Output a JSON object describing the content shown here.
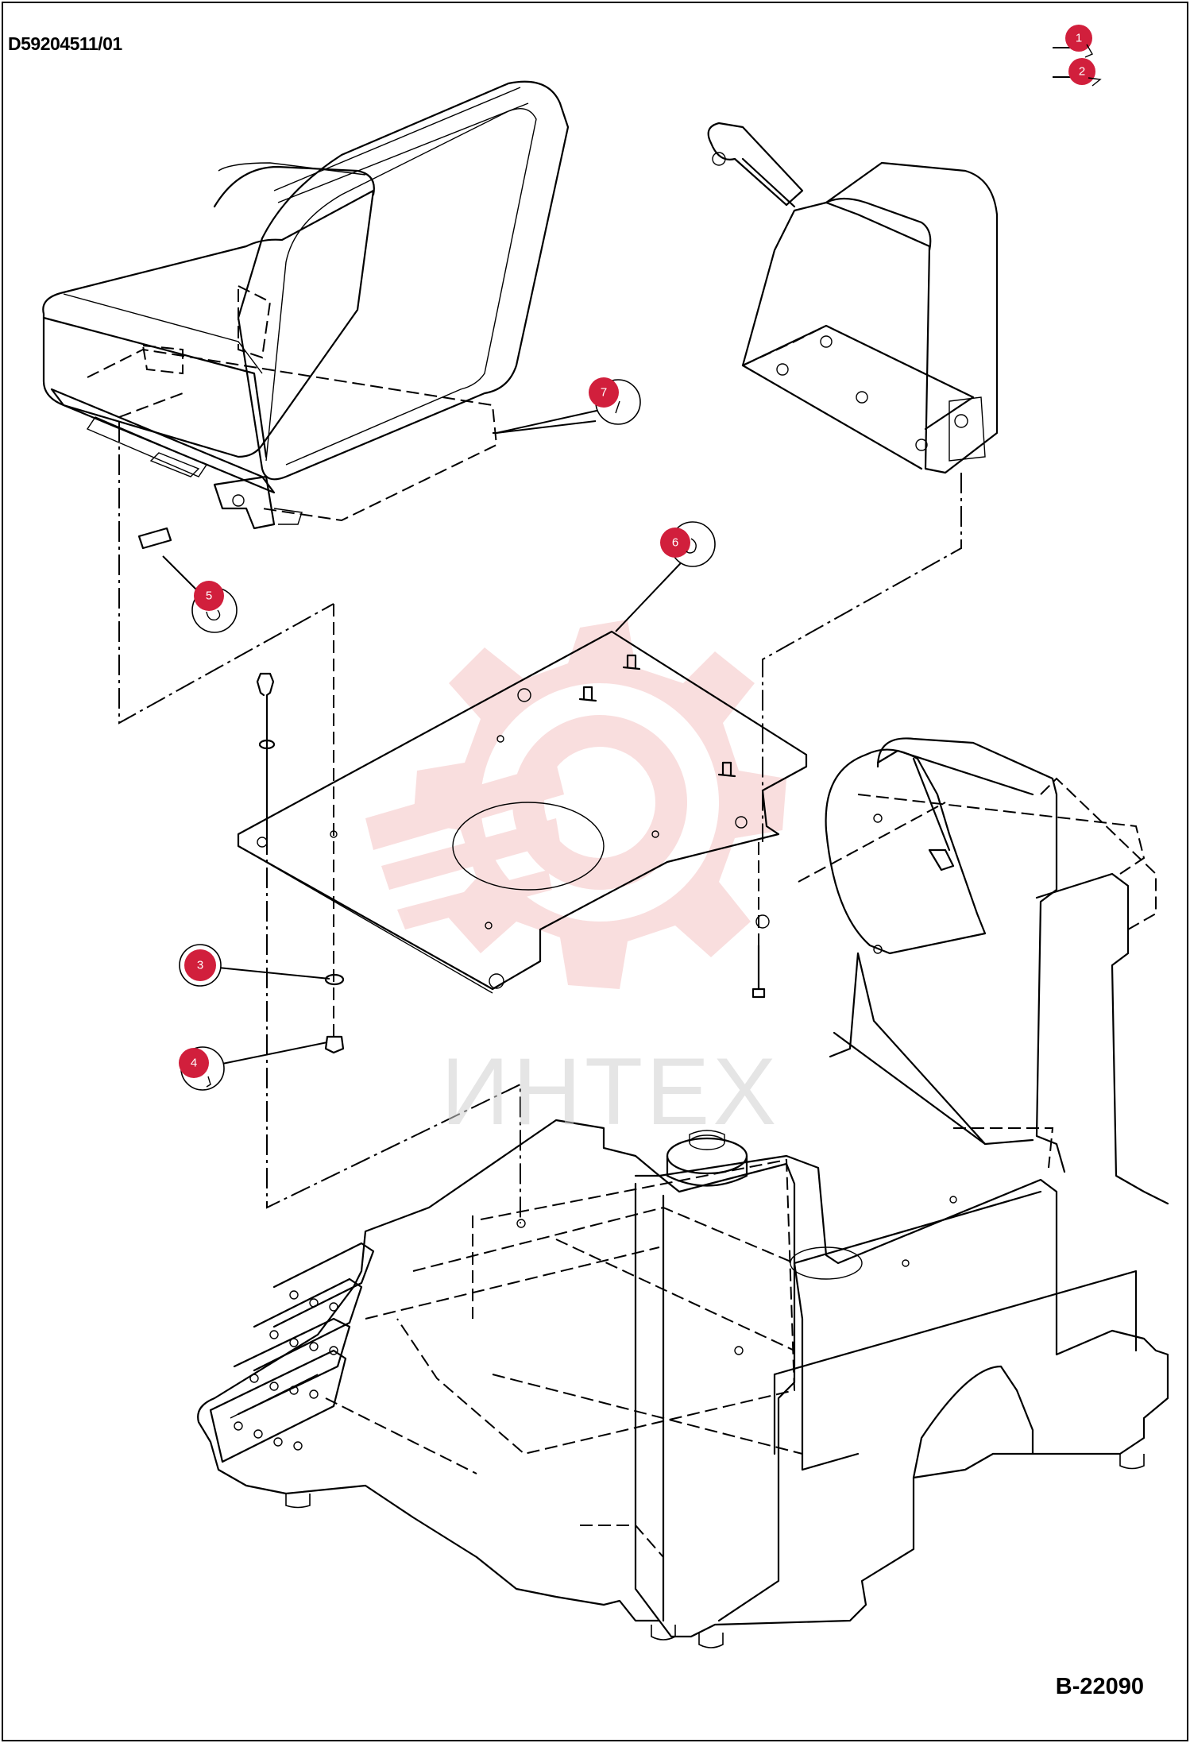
{
  "document": {
    "code": "D59204511/01",
    "drawing_number": "B-22090",
    "watermark_text": "ИНТЕХ"
  },
  "callouts": [
    {
      "id": "callout-1",
      "number": "1"
    },
    {
      "id": "callout-2",
      "number": "2"
    },
    {
      "id": "callout-3",
      "number": "3"
    },
    {
      "id": "callout-4",
      "number": "4"
    },
    {
      "id": "callout-5",
      "number": "5"
    },
    {
      "id": "callout-6",
      "number": "6"
    },
    {
      "id": "callout-7",
      "number": "7"
    }
  ],
  "colors": {
    "callout": "#d11f3c",
    "watermark": "#f2b8b8",
    "line": "#000000"
  }
}
